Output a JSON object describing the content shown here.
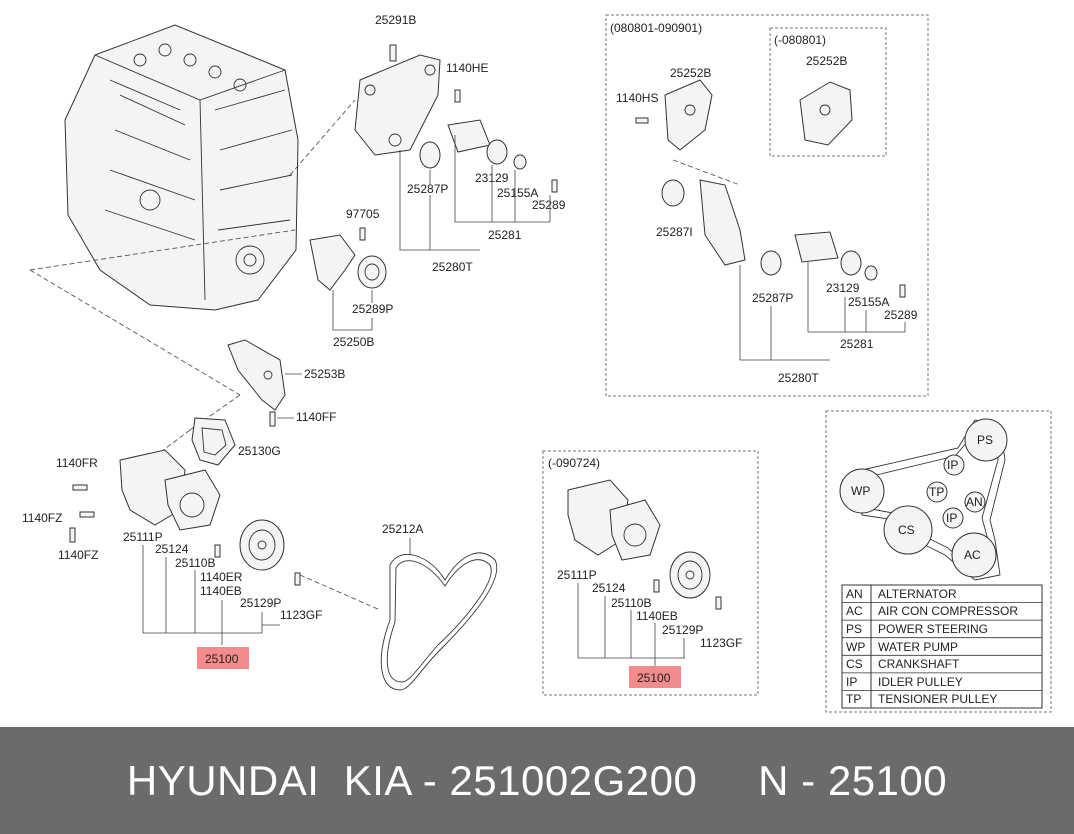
{
  "labels": {
    "p25291B": "25291B",
    "p1140HE": "1140HE",
    "p25287P_a": "25287P",
    "p23129_a": "23129",
    "p25155A_a": "25155A",
    "p25289_a": "25289",
    "p25281_a": "25281",
    "p25280T_a": "25280T",
    "p97705": "97705",
    "p25289P": "25289P",
    "p25250B": "25250B",
    "p25253B": "25253B",
    "p1140FF": "1140FF",
    "p25130G": "25130G",
    "p1140FR": "1140FR",
    "p1140FZ_a": "1140FZ",
    "p1140FZ_b": "1140FZ",
    "p25111P_a": "25111P",
    "p25124_a": "25124",
    "p25110B_a": "25110B",
    "p1140ER": "1140ER",
    "p1140EB_a": "1140EB",
    "p25129P_a": "25129P",
    "p1123GF_a": "1123GF",
    "p25100_a": "25100",
    "p25212A": "25212A",
    "range_080801_090901": "(080801-090901)",
    "range_080801": "(-080801)",
    "p25252B_a": "25252B",
    "p25252B_b": "25252B",
    "p1140HS": "1140HS",
    "p25287I": "25287I",
    "p25287P_b": "25287P",
    "p23129_b": "23129",
    "p25155A_b": "25155A",
    "p25289_b": "25289",
    "p25281_b": "25281",
    "p25280T_b": "25280T",
    "range_090724": "(-090724)",
    "p25111P_b": "25111P",
    "p25124_b": "25124",
    "p25110B_b": "25110B",
    "p1140EB_b": "1140EB",
    "p25129P_b": "25129P",
    "p1123GF_b": "1123GF",
    "p25100_b": "25100"
  },
  "belt_layout": {
    "PS": "PS",
    "IP1": "IP",
    "WP": "WP",
    "TP": "TP",
    "AN": "AN",
    "IP2": "IP",
    "CS": "CS",
    "AC": "AC"
  },
  "legend": [
    {
      "code": "AN",
      "name": "ALTERNATOR"
    },
    {
      "code": "AC",
      "name": "AIR CON COMPRESSOR"
    },
    {
      "code": "PS",
      "name": "POWER STEERING"
    },
    {
      "code": "WP",
      "name": "WATER PUMP"
    },
    {
      "code": "CS",
      "name": "CRANKSHAFT"
    },
    {
      "code": "IP",
      "name": "IDLER PULLEY"
    },
    {
      "code": "TP",
      "name": "TENSIONER PULLEY"
    }
  ],
  "highlight_color": "#f28b8b",
  "footer": {
    "text": "HYUNDAI  KIA - 251002G200     N - 25100"
  }
}
